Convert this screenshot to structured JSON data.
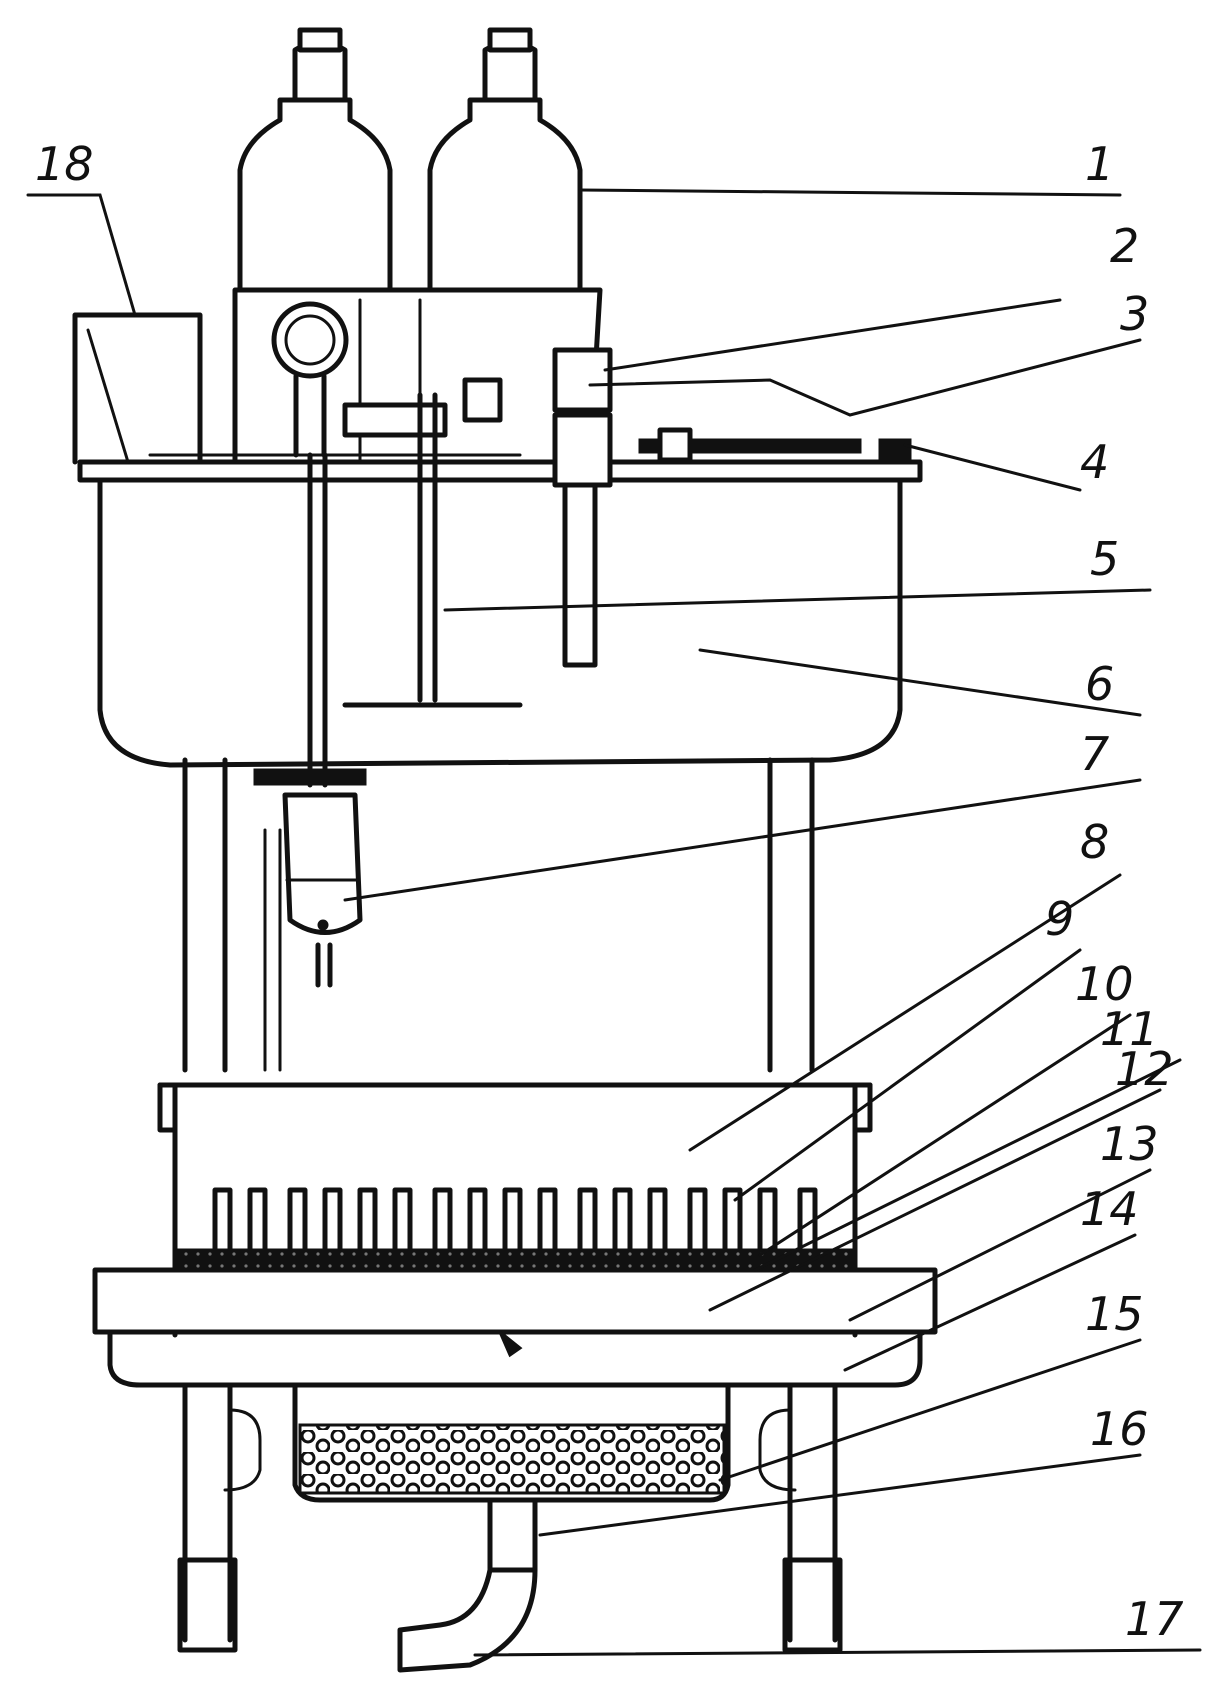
{
  "labels": [
    "1",
    "2",
    "3",
    "4",
    "5",
    "6",
    "7",
    "8",
    "9",
    "10",
    "11",
    "12",
    "13",
    "14",
    "15",
    "16",
    "17",
    "18"
  ]
}
